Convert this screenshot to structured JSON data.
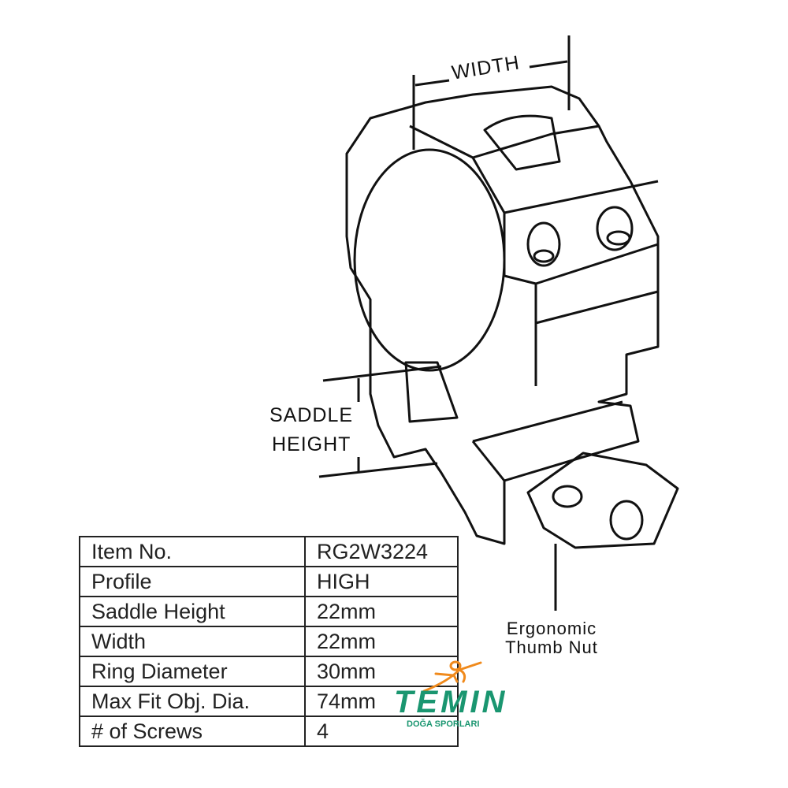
{
  "labels": {
    "width": "WIDTH",
    "saddle_height": [
      "SADDLE",
      "HEIGHT"
    ],
    "thumb_nut": [
      "Ergonomic",
      "Thumb Nut"
    ]
  },
  "specs": [
    {
      "key": "Item No.",
      "value": "RG2W3224"
    },
    {
      "key": "Profile",
      "value": "HIGH"
    },
    {
      "key": "Saddle Height",
      "value": "22mm"
    },
    {
      "key": "Width",
      "value": "22mm"
    },
    {
      "key": "Ring Diameter",
      "value": "30mm"
    },
    {
      "key": "Max Fit Obj. Dia.",
      "value": "74mm"
    },
    {
      "key": "# of Screws",
      "value": "4"
    }
  ],
  "logo": {
    "name": "TEMIN",
    "subtitle": "DOĞA SPORLARI",
    "green": "#1a9670",
    "orange": "#f08a1c"
  }
}
